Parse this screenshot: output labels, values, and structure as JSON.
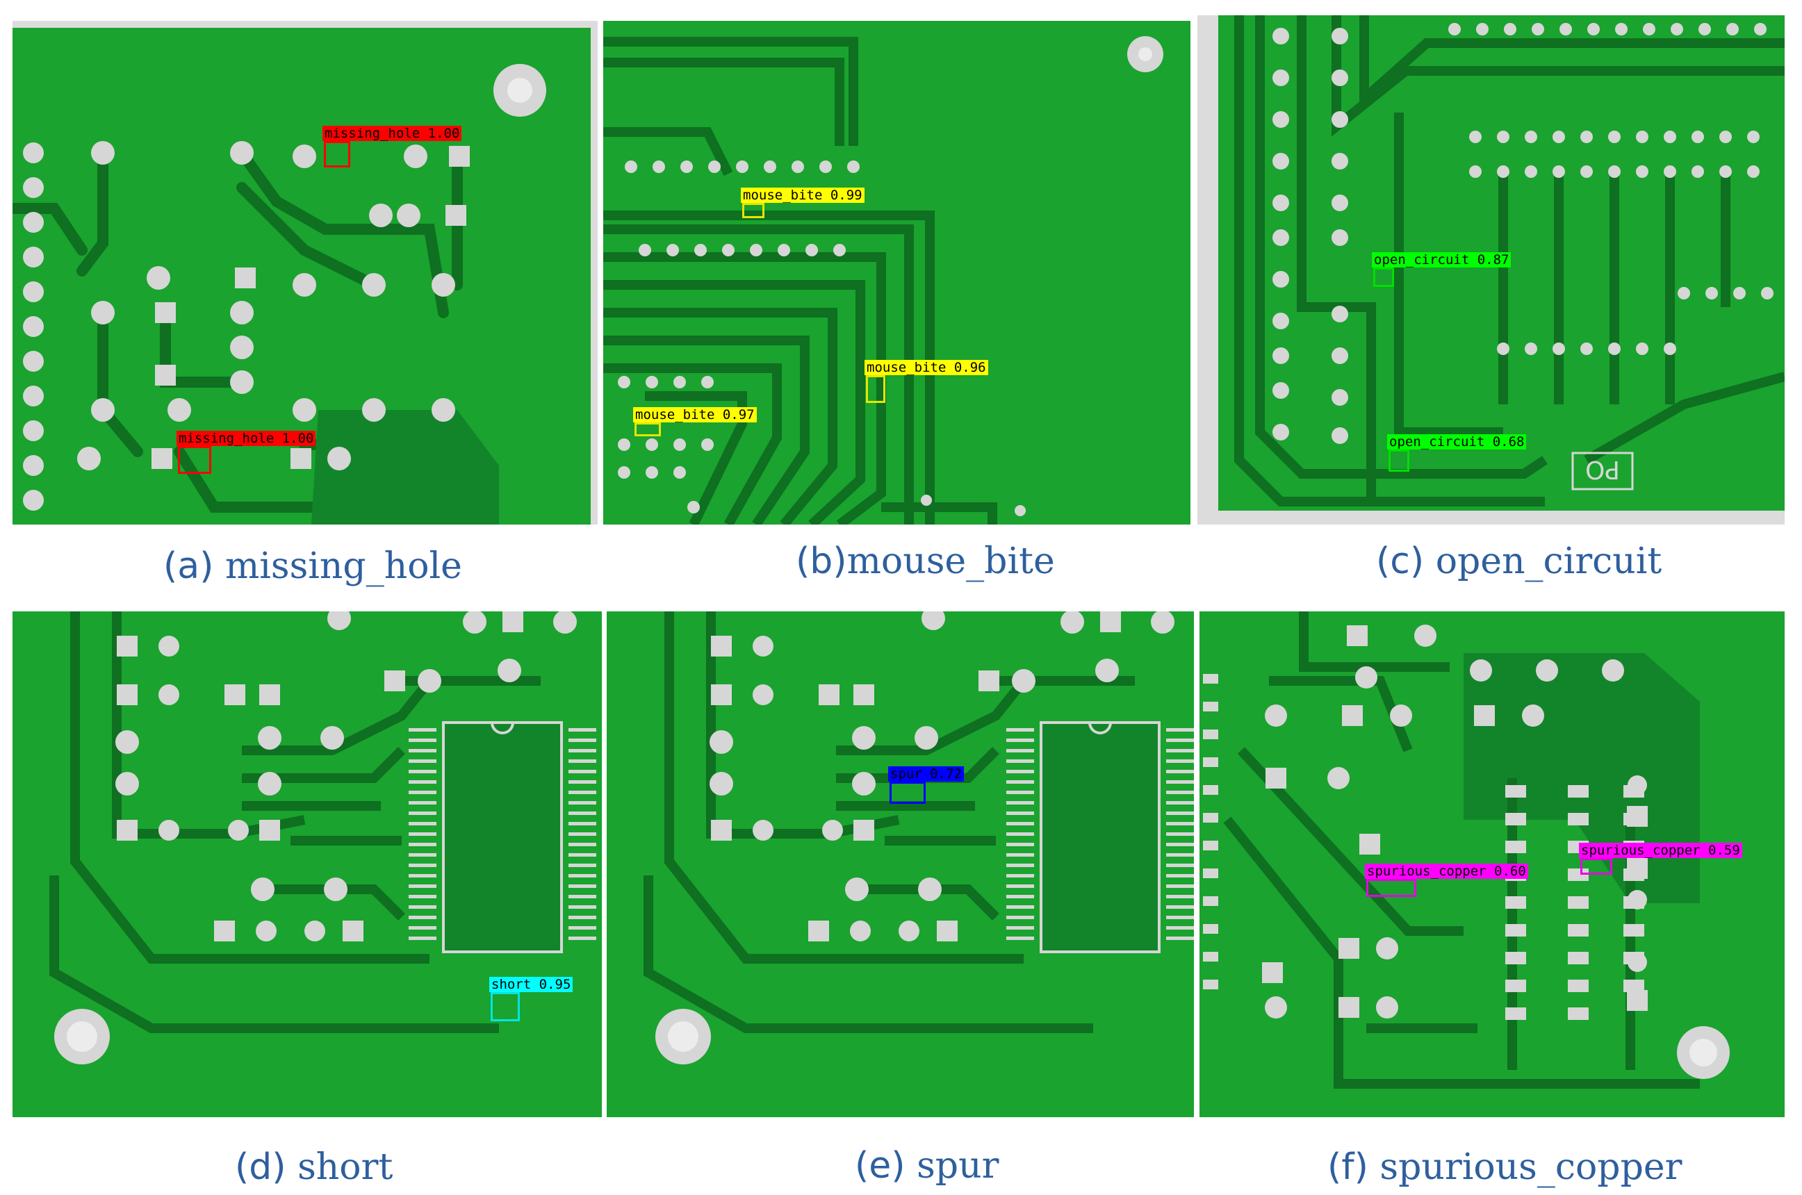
{
  "colors": {
    "board": "#1aa32e",
    "board_dark": "#12852a",
    "trace": "#0e7020",
    "pad": "#d6d6d6",
    "caption": "#2e5f9e",
    "missing_hole": "#ff0000",
    "mouse_bite": "#ffff00",
    "open_circuit": "#00ff00",
    "short": "#00ffff",
    "spur": "#0000ff",
    "spurious_copper": "#ff00ff"
  },
  "panels": [
    {
      "caption": {
        "prefix": "(a)",
        "text": " missing_hole"
      },
      "detections": [
        {
          "label": "missing_hole 1.00"
        },
        {
          "label": "missing_hole 1.00"
        }
      ]
    },
    {
      "caption": {
        "prefix": "(b)",
        "text": "mouse_bite"
      },
      "detections": [
        {
          "label": "mouse_bite 0.99"
        },
        {
          "label": "mouse_bite 0.96"
        },
        {
          "label": "mouse_bite 0.97"
        }
      ]
    },
    {
      "caption": {
        "prefix": "(c)",
        "text": " open_circuit"
      },
      "board_text": "PO",
      "detections": [
        {
          "label": "open_circuit 0.87"
        },
        {
          "label": "open_circuit 0.68"
        }
      ]
    },
    {
      "caption": {
        "prefix": "(d)",
        "text": " short"
      },
      "detections": [
        {
          "label": "short 0.95"
        }
      ]
    },
    {
      "caption": {
        "prefix": "(e)",
        "text": " spur"
      },
      "detections": [
        {
          "label": "spur 0.72"
        }
      ]
    },
    {
      "caption": {
        "prefix": "(f)",
        "text": " spurious_copper"
      },
      "detections": [
        {
          "label": "spurious_copper 0.60"
        },
        {
          "label": "spurious_copper 0.59"
        }
      ]
    }
  ]
}
